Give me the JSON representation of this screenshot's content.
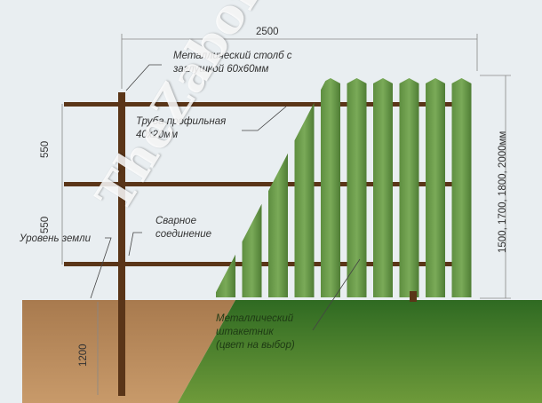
{
  "dimensions": {
    "width": "2500",
    "rail_gap_top": "550",
    "rail_gap_bottom": "550",
    "depth": "1200",
    "heights": "1500, 1700, 1800, 2000мм"
  },
  "labels": {
    "post_line1": "Металлический столб с",
    "post_line2": "заглушкой 60х60мм",
    "pipe_line1": "Труба профильная",
    "pipe_line2": "40х20мм",
    "weld_line1": "Сварное",
    "weld_line2": "соединение",
    "ground": "Уровень земли",
    "picket_line1": "Металлический",
    "picket_line2": "штакетник",
    "picket_line3": "(цвет на выбор)"
  },
  "watermark": "TheZabor.ru",
  "colors": {
    "post": "#5a3518",
    "picket": "#6a9a4a",
    "soil": "#b8885a",
    "grass": "#3f7a2a",
    "background": "#e9eef1"
  }
}
